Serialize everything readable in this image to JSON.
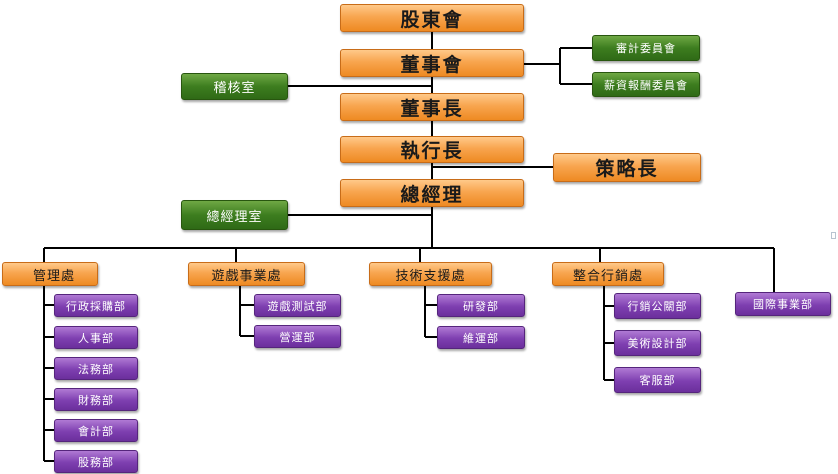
{
  "colors": {
    "orange": "#f8a54f",
    "green": "#3d7d1f",
    "purple": "#7e3fb0",
    "line": "#000000"
  },
  "nodes": {
    "shareholders": "股東會",
    "board": "董事會",
    "audit_committee": "審計委員會",
    "compensation_committee": "薪資報酬委員會",
    "audit_office": "稽核室",
    "chairman": "董事長",
    "ceo": "執行長",
    "cso": "策略長",
    "gm": "總經理",
    "gm_office": "總經理室",
    "admin_div": "管理處",
    "game_div": "遊戲事業處",
    "tech_div": "技術支援處",
    "marketing_div": "整合行銷處",
    "intl_div": "國際事業部",
    "procurement": "行政採購部",
    "hr": "人事部",
    "legal": "法務部",
    "finance": "財務部",
    "accounting": "會計部",
    "stock": "股務部",
    "game_testing": "遊戲測試部",
    "operations": "營運部",
    "rd": "研發部",
    "maintenance": "維運部",
    "pr": "行銷公關部",
    "art": "美術設計部",
    "cs": "客服部"
  }
}
